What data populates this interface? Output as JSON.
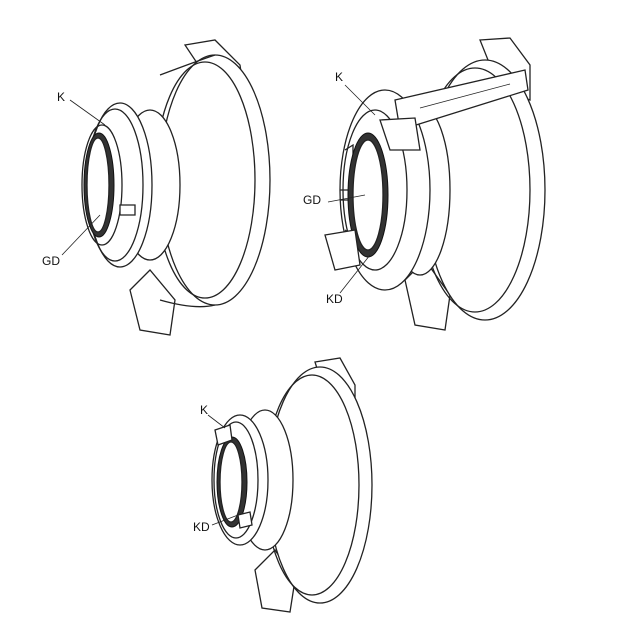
{
  "figure_a": {
    "label_k": "K",
    "label_gd": "GD"
  },
  "figure_b": {
    "label_k": "K",
    "label_gd": "GD",
    "label_kd": "KD"
  },
  "figure_c": {
    "label_k": "K",
    "label_kd": "KD"
  }
}
